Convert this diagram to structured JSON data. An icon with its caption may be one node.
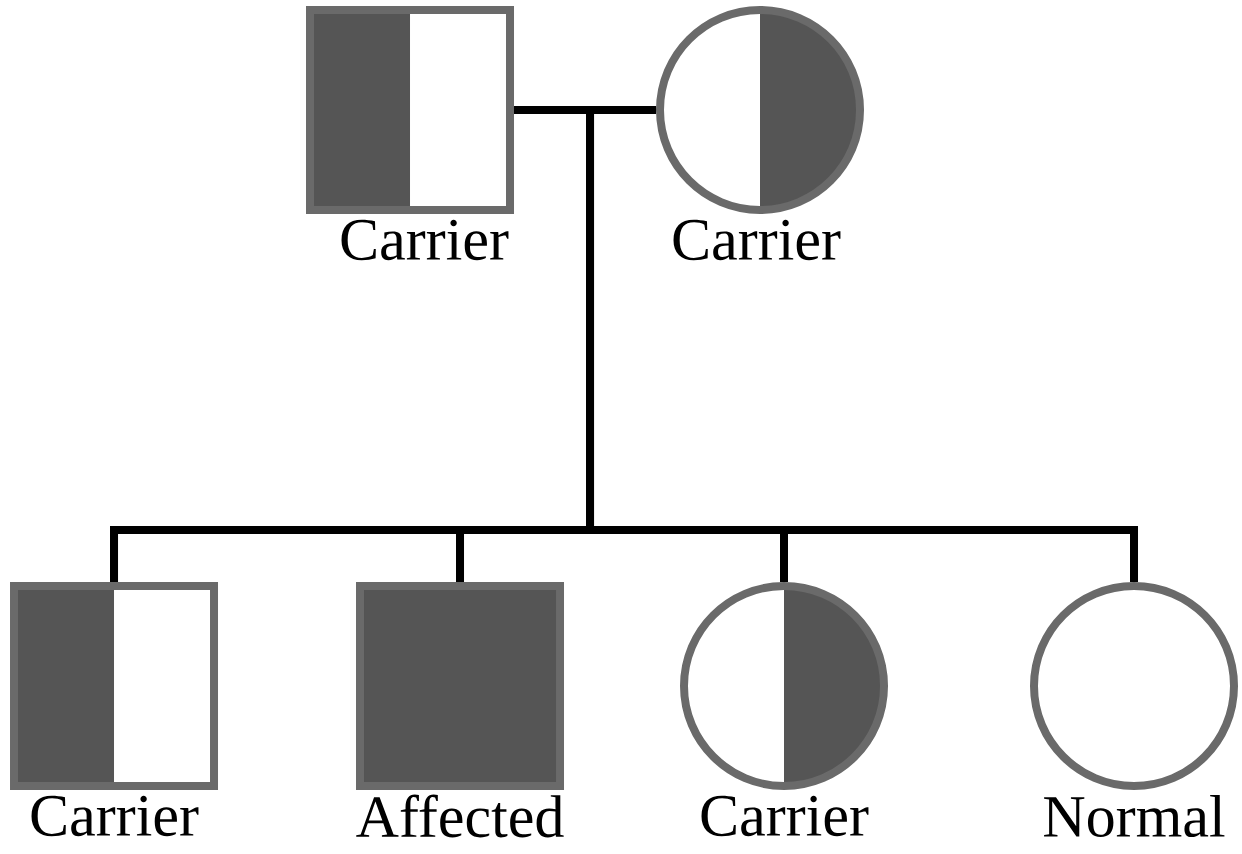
{
  "diagram": {
    "nodes": [
      {
        "text": [],
        "shape": "box",
        "beside": [
          "Carrier"
        ]
      },
      {
        "text": [],
        "shape": "circle",
        "beside": [
          "Carrier"
        ]
      },
      {
        "text": [],
        "shape": "box",
        "beside": [
          "Carrier"
        ]
      },
      {
        "text": [],
        "shape": "box",
        "beside": [
          "Affected"
        ]
      },
      {
        "text": [],
        "shape": "circle",
        "beside": [
          "Carrier"
        ]
      },
      {
        "text": [],
        "shape": "circle",
        "beside": [
          "Normal"
        ]
      }
    ],
    "edges": [
      {
        "from": 0,
        "to": 1,
        "arrow": "none"
      },
      {
        "from": 0,
        "to": 2,
        "arrow": "none"
      },
      {
        "from": 0,
        "to": 3,
        "arrow": "none"
      },
      {
        "from": 0,
        "to": 4,
        "arrow": "none"
      },
      {
        "from": 0,
        "to": 5,
        "arrow": "none"
      },
      {
        "from": 1,
        "to": 2,
        "arrow": "none"
      },
      {
        "from": 1,
        "to": 3,
        "arrow": "none"
      },
      {
        "from": 1,
        "to": 4,
        "arrow": "none"
      },
      {
        "from": 1,
        "to": 5,
        "arrow": "none"
      }
    ]
  }
}
